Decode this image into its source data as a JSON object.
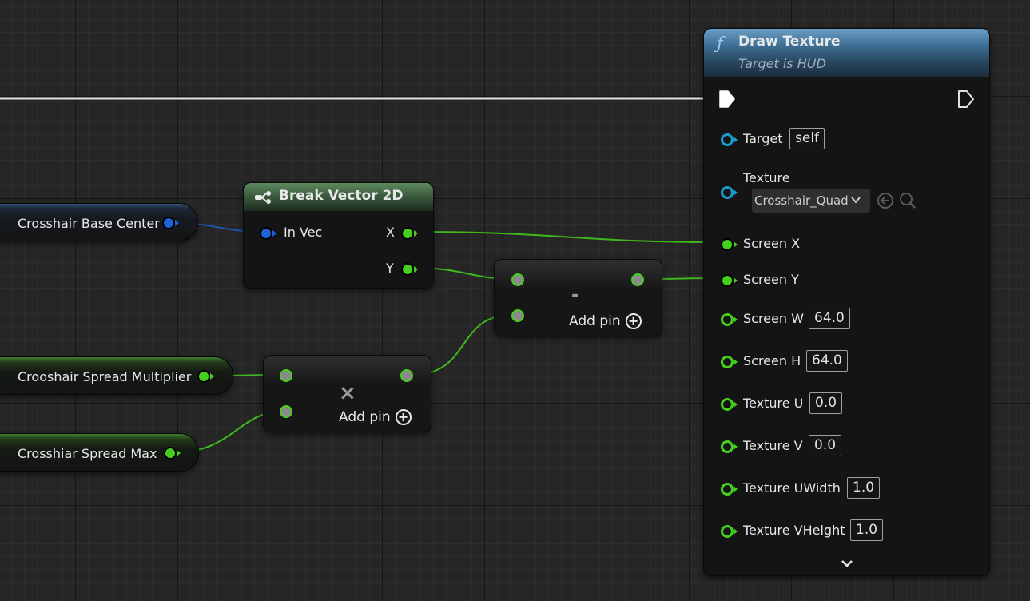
{
  "draw_texture": {
    "title": "Draw Texture",
    "subtitle": "Target is HUD",
    "func_icon": "function-icon",
    "pins": {
      "target": {
        "label": "Target",
        "value": "self"
      },
      "texture": {
        "label": "Texture",
        "value": "Crosshair_Quad"
      },
      "screen_x": {
        "label": "Screen X"
      },
      "screen_y": {
        "label": "Screen Y"
      },
      "screen_w": {
        "label": "Screen W",
        "value": "64.0"
      },
      "screen_h": {
        "label": "Screen H",
        "value": "64.0"
      },
      "texture_u": {
        "label": "Texture U",
        "value": "0.0"
      },
      "texture_v": {
        "label": "Texture V",
        "value": "0.0"
      },
      "texture_uwidth": {
        "label": "Texture UWidth",
        "value": "1.0"
      },
      "texture_vheight": {
        "label": "Texture VHeight",
        "value": "1.0"
      }
    }
  },
  "break_vector": {
    "title": "Break Vector 2D",
    "in_label": "In Vec",
    "x_label": "X",
    "y_label": "Y"
  },
  "subtract_node": {
    "op": "-",
    "add_pin": "Add pin"
  },
  "multiply_node": {
    "op": "×",
    "add_pin": "Add pin"
  },
  "variables": {
    "base_center": "Crosshair Base Center",
    "spread_multiplier": "Crooshair Spread Multiplier",
    "spread_max": "Crosshiar Spread Max"
  },
  "colors": {
    "exec": "#ffffff",
    "vector2d": "#1f61d6",
    "float": "#45d01f",
    "object": "#1a9ccf",
    "header_function": "#3f6f94",
    "header_struct": "#466b49"
  }
}
